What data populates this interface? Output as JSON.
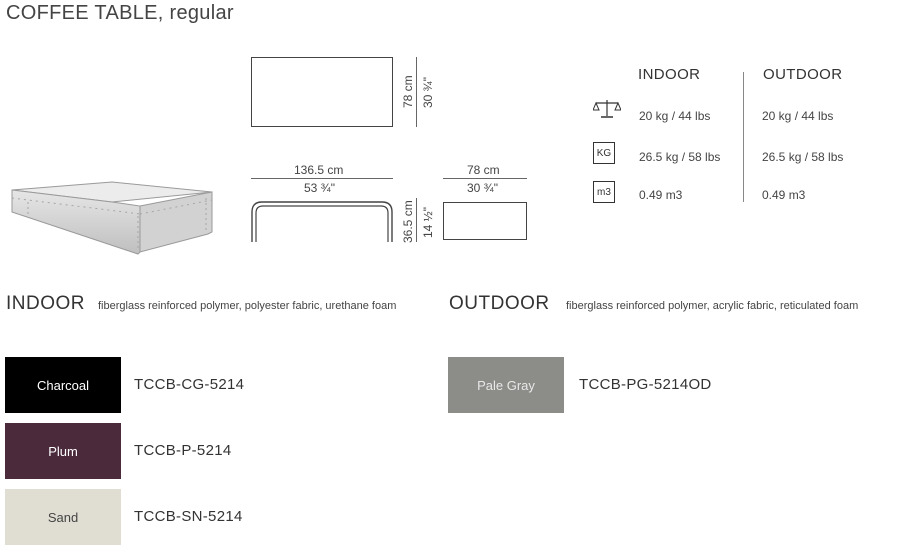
{
  "title": "COFFEE TABLE, regular",
  "dimensions": {
    "top_depth_cm": "78 cm",
    "top_depth_in": "30 ¾\"",
    "front_width_cm": "136.5 cm",
    "front_width_in": "53 ¾\"",
    "side_depth_cm": "78 cm",
    "side_depth_in": "30 ¾\"",
    "height_cm": "36.5 cm",
    "height_in": "14 ½\""
  },
  "specs": {
    "indoor_header": "INDOOR",
    "outdoor_header": "OUTDOOR",
    "rows": [
      {
        "icon": "scale-icon",
        "icon_text": "",
        "indoor": "20 kg / 44 lbs",
        "outdoor": "20 kg / 44 lbs"
      },
      {
        "icon": "kg-box-icon",
        "icon_text": "KG",
        "indoor": "26.5 kg / 58 lbs",
        "outdoor": "26.5 kg / 58 lbs"
      },
      {
        "icon": "m3-box-icon",
        "icon_text": "m3",
        "indoor": "0.49 m3",
        "outdoor": "0.49 m3"
      }
    ]
  },
  "indoor": {
    "label": "INDOOR",
    "description": "fiberglass reinforced polymer, polyester fabric, urethane foam",
    "finishes": [
      {
        "name": "Charcoal",
        "code": "TCCB-CG-5214",
        "color": "#000000",
        "text_color": "#ffffff"
      },
      {
        "name": "Plum",
        "code": "TCCB-P-5214",
        "color": "#4a2a3b",
        "text_color": "#ffffff"
      },
      {
        "name": "Sand",
        "code": "TCCB-SN-5214",
        "color": "#e0ddd3",
        "text_color": "#444444"
      }
    ]
  },
  "outdoor": {
    "label": "OUTDOOR",
    "description": "fiberglass reinforced polymer, acrylic fabric, reticulated foam",
    "finishes": [
      {
        "name": "Pale Gray",
        "code": "TCCB-PG-5214OD",
        "color": "#8c8c89",
        "text_color": "#e8e8e8"
      }
    ]
  }
}
